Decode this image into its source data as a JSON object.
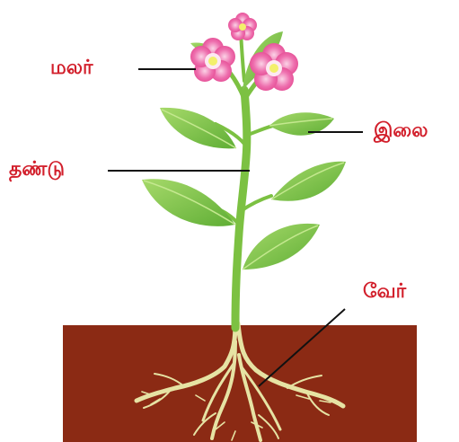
{
  "labels": {
    "flower": "மலர்",
    "leaf": "இலை",
    "stem": "தண்டு",
    "root": "வேர்"
  },
  "colors": {
    "label_text": "#d21f2b",
    "leader_line": "#111111",
    "soil": "#8b2a14",
    "root": "#e6e3a4",
    "stem": "#7cc142",
    "leaf": "#76c043",
    "leaf_vein": "#c4e88f",
    "petal": "#e9549a",
    "flower_center": "#f3f06c"
  }
}
